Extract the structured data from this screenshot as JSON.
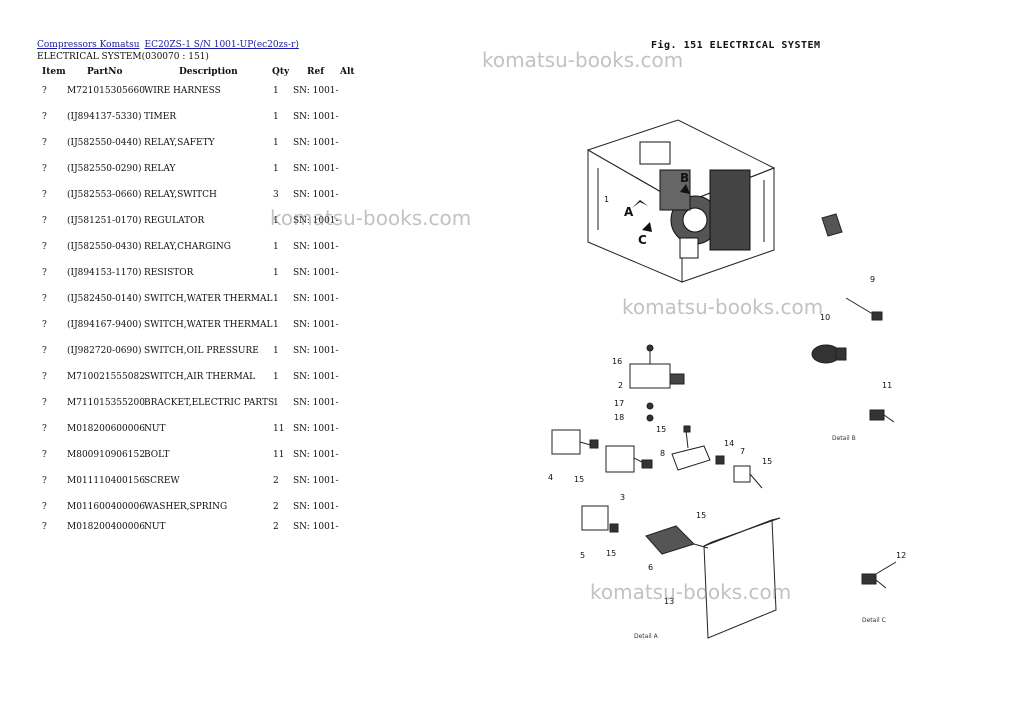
{
  "breadcrumb": {
    "link1": "Compressors Komatsu",
    "link2": "EC20ZS-1 S/N 1001-UP(ec20zs-r)"
  },
  "subtitle": "ELECTRICAL SYSTEM(030070 : 151)",
  "headers": {
    "item": "Item",
    "partno": "PartNo",
    "description": "Description",
    "qty": "Qty",
    "ref": "Ref",
    "alt": "Alt"
  },
  "parts": [
    {
      "item": "?",
      "partno": "M721015305660",
      "description": "WIRE HARNESS",
      "qty": "1",
      "ref": "SN: 1001-"
    },
    {
      "item": "?",
      "partno": "(IJ894137-5330)",
      "description": "TIMER",
      "qty": "1",
      "ref": "SN: 1001-"
    },
    {
      "item": "?",
      "partno": "(IJ582550-0440)",
      "description": "RELAY,SAFETY",
      "qty": "1",
      "ref": "SN: 1001-"
    },
    {
      "item": "?",
      "partno": "(IJ582550-0290)",
      "description": "RELAY",
      "qty": "1",
      "ref": "SN: 1001-"
    },
    {
      "item": "?",
      "partno": "(IJ582553-0660)",
      "description": "RELAY,SWITCH",
      "qty": "3",
      "ref": "SN: 1001-"
    },
    {
      "item": "?",
      "partno": "(IJ581251-0170)",
      "description": "REGULATOR",
      "qty": "1",
      "ref": "SN: 1001-"
    },
    {
      "item": "?",
      "partno": "(IJ582550-0430)",
      "description": "RELAY,CHARGING",
      "qty": "1",
      "ref": "SN: 1001-"
    },
    {
      "item": "?",
      "partno": "(IJ894153-1170)",
      "description": "RESISTOR",
      "qty": "1",
      "ref": "SN: 1001-"
    },
    {
      "item": "?",
      "partno": "(IJ582450-0140)",
      "description": "SWITCH,WATER THERMAL",
      "qty": "1",
      "ref": "SN: 1001-"
    },
    {
      "item": "?",
      "partno": "(IJ894167-9400)",
      "description": "SWITCH,WATER THERMAL",
      "qty": "1",
      "ref": "SN: 1001-"
    },
    {
      "item": "?",
      "partno": "(IJ982720-0690)",
      "description": "SWITCH,OIL PRESSURE",
      "qty": "1",
      "ref": "SN: 1001-"
    },
    {
      "item": "?",
      "partno": "M710021555082",
      "description": "SWITCH,AIR THERMAL",
      "qty": "1",
      "ref": "SN: 1001-"
    },
    {
      "item": "?",
      "partno": "M711015355200",
      "description": "BRACKET,ELECTRIC PARTS",
      "qty": "1",
      "ref": "SN: 1001-"
    },
    {
      "item": "?",
      "partno": "M018200600006",
      "description": "NUT",
      "qty": "11",
      "ref": "SN: 1001-"
    },
    {
      "item": "?",
      "partno": "M800910906152",
      "description": "BOLT",
      "qty": "11",
      "ref": "SN: 1001-"
    },
    {
      "item": "?",
      "partno": "M011110400156",
      "description": "SCREW",
      "qty": "2",
      "ref": "SN: 1001-"
    },
    {
      "item": "?",
      "partno": "M011600400006",
      "description": "WASHER,SPRING",
      "qty": "2",
      "ref": "SN: 1001-"
    },
    {
      "item": "?",
      "partno": "M018200400006",
      "description": "NUT",
      "qty": "2",
      "ref": "SN: 1001-"
    }
  ],
  "figure_title": "Fig. 151   ELECTRICAL SYSTEM",
  "watermark": "komatsu-books.com",
  "diagram": {
    "view_labels": [
      "A",
      "B",
      "C"
    ],
    "callouts": [
      "1",
      "2",
      "3",
      "4",
      "5",
      "6",
      "7",
      "8",
      "9",
      "10",
      "11",
      "12",
      "13",
      "14",
      "15",
      "16",
      "17",
      "18"
    ],
    "detail_a": "Detail A",
    "detail_b": "Detail B",
    "detail_c": "Detail C"
  }
}
